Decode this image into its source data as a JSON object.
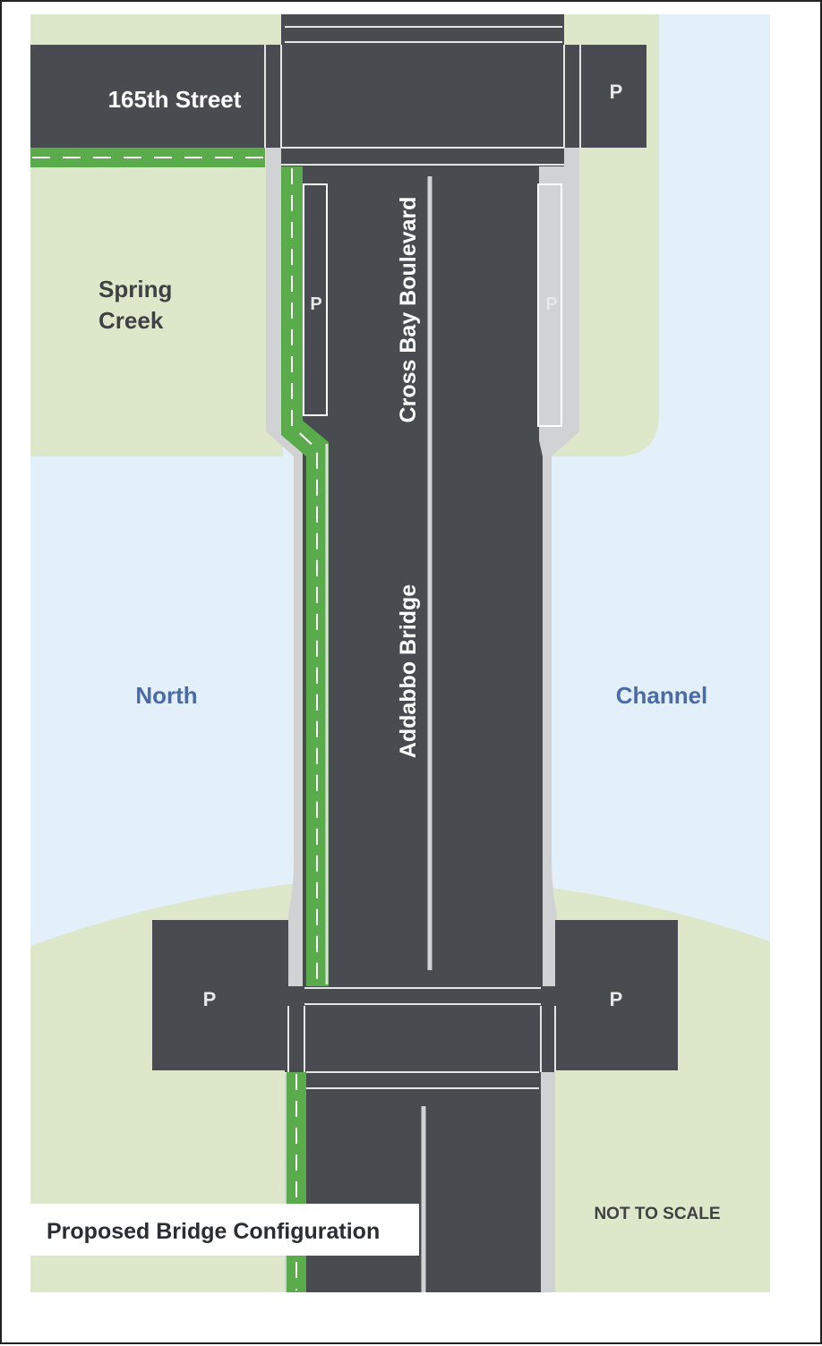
{
  "map": {
    "street_label": "165th Street",
    "boulevard_label": "Cross Bay Boulevard",
    "bridge_label": "Addabbo Bridge",
    "area_label": [
      "Spring",
      "Creek"
    ],
    "water_label_left": "North",
    "water_label_right": "Channel",
    "parking_symbol": "P",
    "scale_note": "NOT TO SCALE",
    "caption": "Proposed Bridge Configuration"
  },
  "legend_colors": {
    "water": "#e3f0f9",
    "land": "#dce8c9",
    "road": "#484b4f",
    "sidewalk": "#d1d2d3",
    "bike_lane": "#5aab4c",
    "water_label": "#4a6aa8"
  }
}
